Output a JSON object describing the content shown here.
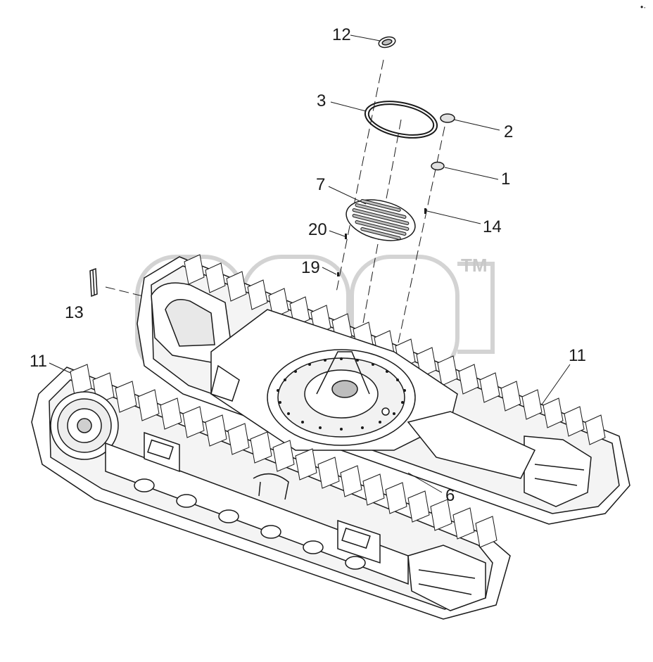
{
  "diagram": {
    "callouts": [
      "12",
      "3",
      "2",
      "1",
      "7",
      "14",
      "20",
      "19",
      "13",
      "11",
      "11",
      "6"
    ],
    "watermark_mark": "TM"
  },
  "colors": {
    "line": "#1a1a1a",
    "part_fill": "#ffffff",
    "shade": "#d8d8d8",
    "watermark": "#c8c8c8"
  }
}
